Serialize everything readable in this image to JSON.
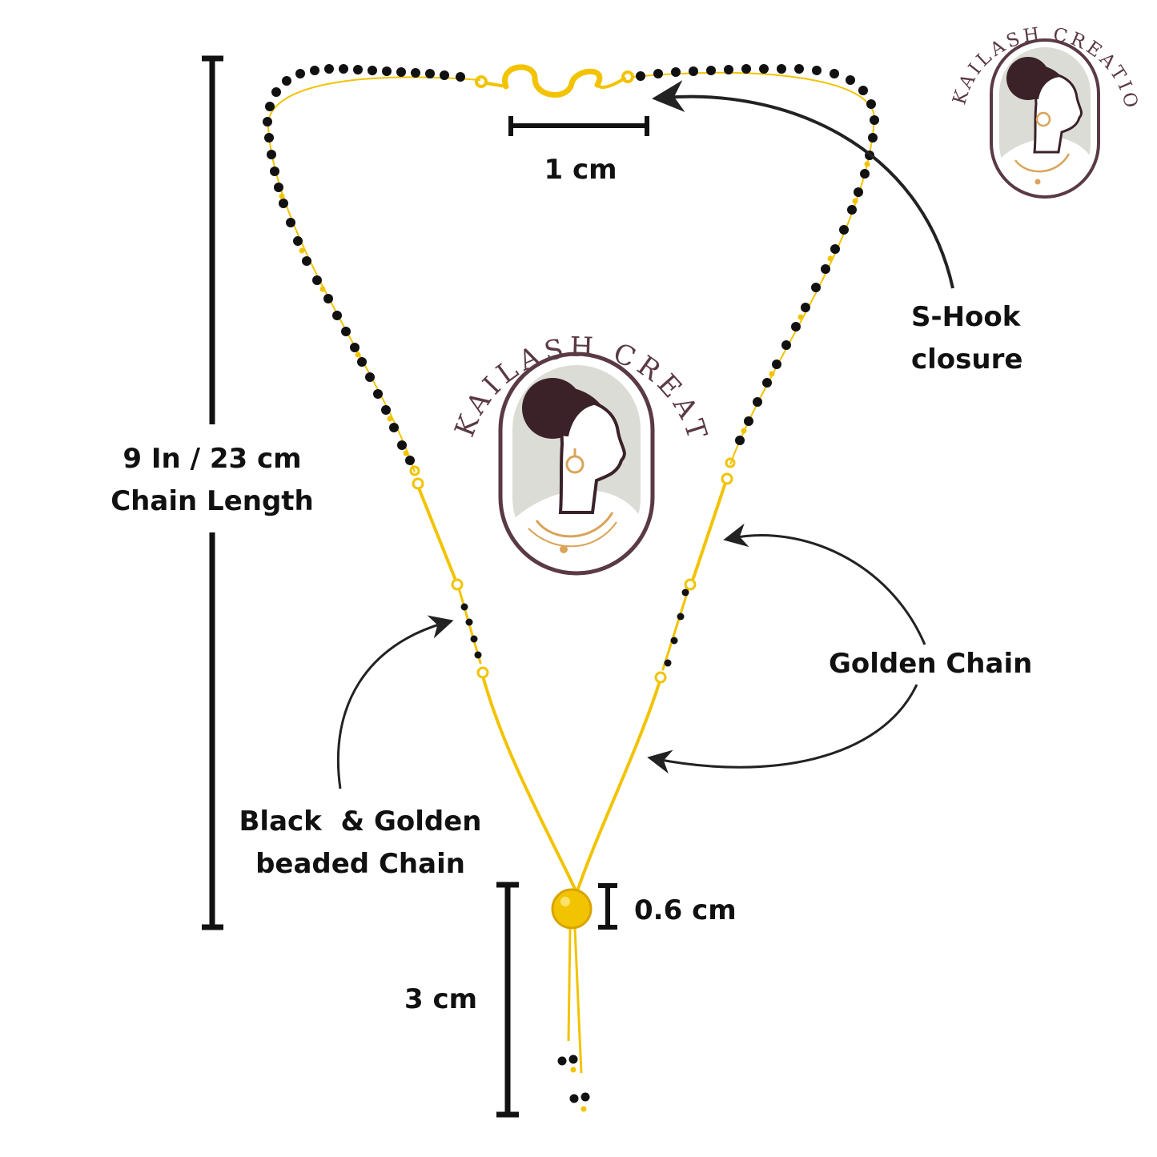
{
  "brand": {
    "name": "KAILASH CREATION"
  },
  "labels": {
    "clasp_width": "1 cm",
    "clasp_name_line1": "S-Hook",
    "clasp_name_line2": "closure",
    "chain_length_line1": "9 In / 23 cm",
    "chain_length_line2": "Chain Length",
    "golden_chain": "Golden Chain",
    "beaded_line1": "Black  & Golden",
    "beaded_line2": "beaded Chain",
    "bead_size": "0.6 cm",
    "drop_length": "3 cm"
  },
  "colors": {
    "gold": "#F2C300",
    "bead": "#111111",
    "text": "#111111",
    "logo_frame": "#5a3a44",
    "logo_bg": "#dcdcd6",
    "logo_hair": "#3a2228",
    "logo_gold": "#d9a45a"
  }
}
